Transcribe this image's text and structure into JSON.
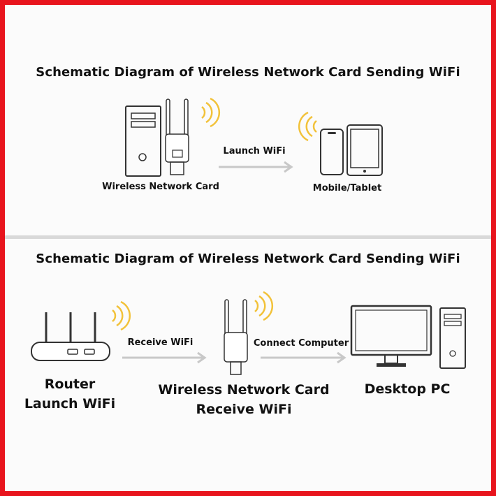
{
  "top_panel": {
    "title": "Schematic Diagram of Wireless Network Card Sending WiFi",
    "left_label": "Wireless Network Card",
    "arrow_label": "Launch WiFi",
    "right_label": "Mobile/Tablet"
  },
  "bottom_panel": {
    "title": "Schematic Diagram of Wireless Network Card Sending WiFi",
    "arrow1_label": "Receive WiFi",
    "arrow2_label": "Connect Computer",
    "router_label_line1": "Router",
    "router_label_line2": "Launch WiFi",
    "card_label_line1": "Wireless Network Card",
    "card_label_line2": "Receive WiFi",
    "pc_label": "Desktop PC"
  },
  "colors": {
    "frame": "#e8141d",
    "line": "#333333",
    "arrow": "#c8c8c8",
    "wifi": "#f2c23a"
  }
}
